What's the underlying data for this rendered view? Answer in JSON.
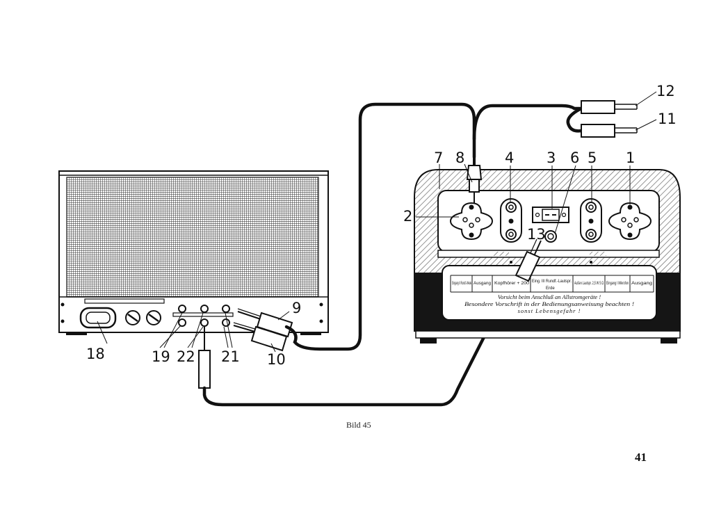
{
  "figure": {
    "caption": "Bild 45",
    "page_number": "41"
  },
  "labels": {
    "l1": "1",
    "l2": "2",
    "l3": "3",
    "l4": "4",
    "l5": "5",
    "l6": "6",
    "l7": "7",
    "l8": "8",
    "l9": "9",
    "l10": "10",
    "l11": "11",
    "l12": "12",
    "l13": "13",
    "l18": "18",
    "l19": "19",
    "l21": "21",
    "l22": "22"
  },
  "panel_table": {
    "cells": [
      "Eingang II Rundf.-Wede",
      "Ausgang",
      "Kopfhörer + 200",
      "Eing. III Rundf.-Lautspr.",
      "Erde",
      "Außen Lautspr. 2,5 W 5 Ω",
      "Eingang I Mikrofon",
      "Ausgang"
    ],
    "warning_lines": [
      "Vorsicht beim Anschluß an Allstromgeräte !",
      "Besondere Vorschrift in der Bedienungsanweisung beachten !",
      "sonst Lebensgefahr !"
    ]
  },
  "colors": {
    "ink": "#111111",
    "hatch": "#555555",
    "paper": "#ffffff"
  }
}
